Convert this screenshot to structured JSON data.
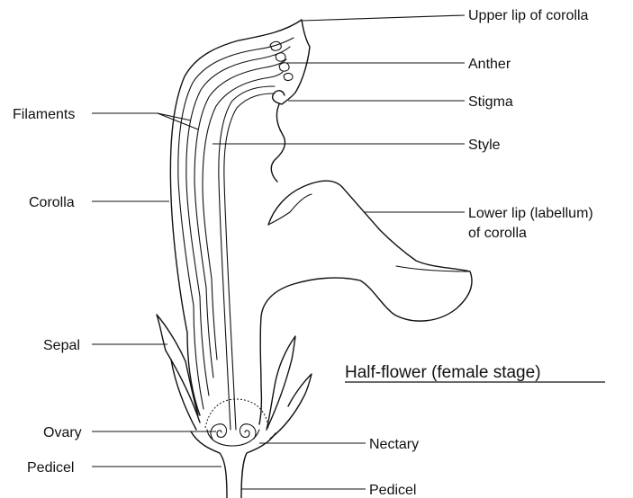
{
  "title": "Half-flower (female stage)",
  "labels": {
    "upper_lip": "Upper lip of corolla",
    "anther": "Anther",
    "stigma": "Stigma",
    "style": "Style",
    "lower_lip_line1": "Lower lip (labellum)",
    "lower_lip_line2": "of corolla",
    "filaments": "Filaments",
    "corolla": "Corolla",
    "sepal": "Sepal",
    "ovary": "Ovary",
    "nectary": "Nectary",
    "pedicel_left": "Pedicel",
    "pedicel_right": "Pedicel"
  }
}
